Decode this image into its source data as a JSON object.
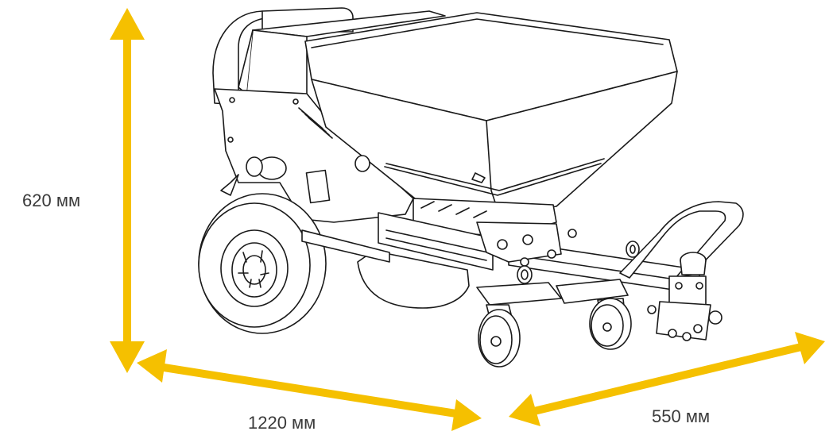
{
  "dimensions": {
    "height": "620 мм",
    "length": "1220 мм",
    "width": "550 мм"
  },
  "colors": {
    "arrow": "#f5c000",
    "line": "#1a1a1a",
    "text": "#3a3a3a"
  }
}
